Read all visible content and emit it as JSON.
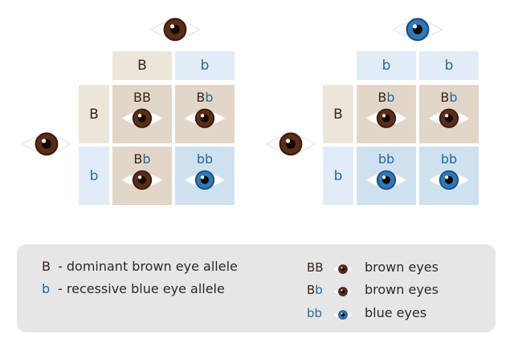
{
  "colors": {
    "dominant_allele": "#3b2418",
    "recessive_allele": "#1f6aa3",
    "brown_iris": "#5a2d18",
    "blue_iris": "#2f78b8",
    "brown_result_cell": "#e1d6c8",
    "blue_result_cell": "#cfe1ef",
    "legend_background": "#e6e6e6"
  },
  "square_left": {
    "top_parent_eye": "brown",
    "left_parent_eye": "brown",
    "col_headers": [
      {
        "allele": "B"
      },
      {
        "allele": "b"
      }
    ],
    "row_headers": [
      {
        "allele": "B"
      },
      {
        "allele": "b"
      }
    ],
    "cells": [
      [
        {
          "a1": "B",
          "a2": "B",
          "eye": "brown"
        },
        {
          "a1": "B",
          "a2": "b",
          "eye": "brown"
        }
      ],
      [
        {
          "a1": "B",
          "a2": "b",
          "eye": "brown"
        },
        {
          "a1": "b",
          "a2": "b",
          "eye": "blue"
        }
      ]
    ]
  },
  "square_right": {
    "top_parent_eye": "blue",
    "left_parent_eye": "brown",
    "col_headers": [
      {
        "allele": "b"
      },
      {
        "allele": "b"
      }
    ],
    "row_headers": [
      {
        "allele": "B"
      },
      {
        "allele": "b"
      }
    ],
    "cells": [
      [
        {
          "a1": "B",
          "a2": "b",
          "eye": "brown"
        },
        {
          "a1": "B",
          "a2": "b",
          "eye": "brown"
        }
      ],
      [
        {
          "a1": "b",
          "a2": "b",
          "eye": "blue"
        },
        {
          "a1": "b",
          "a2": "b",
          "eye": "blue"
        }
      ]
    ]
  },
  "legend": {
    "alleles": [
      {
        "symbol": "B",
        "dash": "-",
        "text": "dominant brown eye allele"
      },
      {
        "symbol": "b",
        "dash": "-",
        "text": "recessive blue eye allele"
      }
    ],
    "phenotypes": [
      {
        "a1": "B",
        "a2": "B",
        "eye": "brown",
        "text": "brown eyes"
      },
      {
        "a1": "B",
        "a2": "b",
        "eye": "brown",
        "text": "brown eyes"
      },
      {
        "a1": "b",
        "a2": "b",
        "eye": "blue",
        "text": "blue eyes"
      }
    ]
  }
}
